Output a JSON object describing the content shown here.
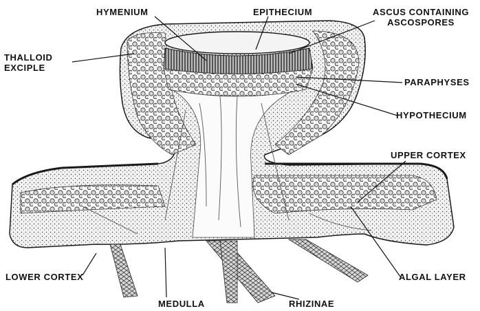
{
  "labels": {
    "hymenium": "HYMENIUM",
    "epithecium": "EPITHECIUM",
    "ascus_line1": "ASCUS CONTAINING",
    "ascus_line2": "ASCOSPORES",
    "thalloid_line1": "THALLOID",
    "thalloid_line2": "EXCIPLE",
    "paraphyses": "PARAPHYSES",
    "hypothecium": "HYPOTHECIUM",
    "upper_cortex": "UPPER CORTEX",
    "lower_cortex": "LOWER CORTEX",
    "algal_layer": "ALGAL LAYER",
    "medulla": "MEDULLA",
    "rhizinae": "RHIZINAE"
  },
  "colors": {
    "ink": "#1a1a1a",
    "paper": "#ffffff",
    "cortex_fill": "#e6e6e6"
  }
}
